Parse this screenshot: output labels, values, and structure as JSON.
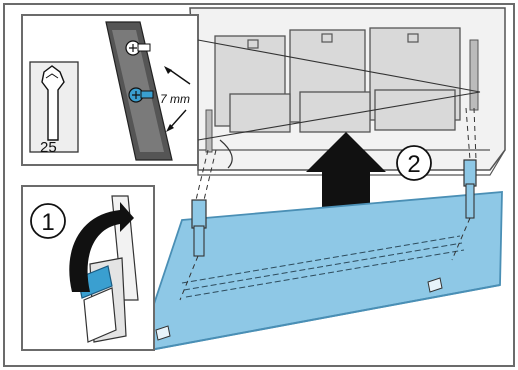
{
  "steps": {
    "step1": "1",
    "step2": "2"
  },
  "inset": {
    "bit_size": "25",
    "dimension": "7 mm"
  },
  "colors": {
    "panel_blue": "#8ec8e6",
    "panel_stroke": "#4a8fb5",
    "filter_gray": "#d9d9d9",
    "screw_blue": "#3a9fd0",
    "arrow": "#111111",
    "frame_border": "#6b6b6b"
  },
  "icons": [
    "torx-bit-icon",
    "screw-icon",
    "up-arrow-icon",
    "rotate-arrow-icon",
    "fan-grille-icon"
  ]
}
